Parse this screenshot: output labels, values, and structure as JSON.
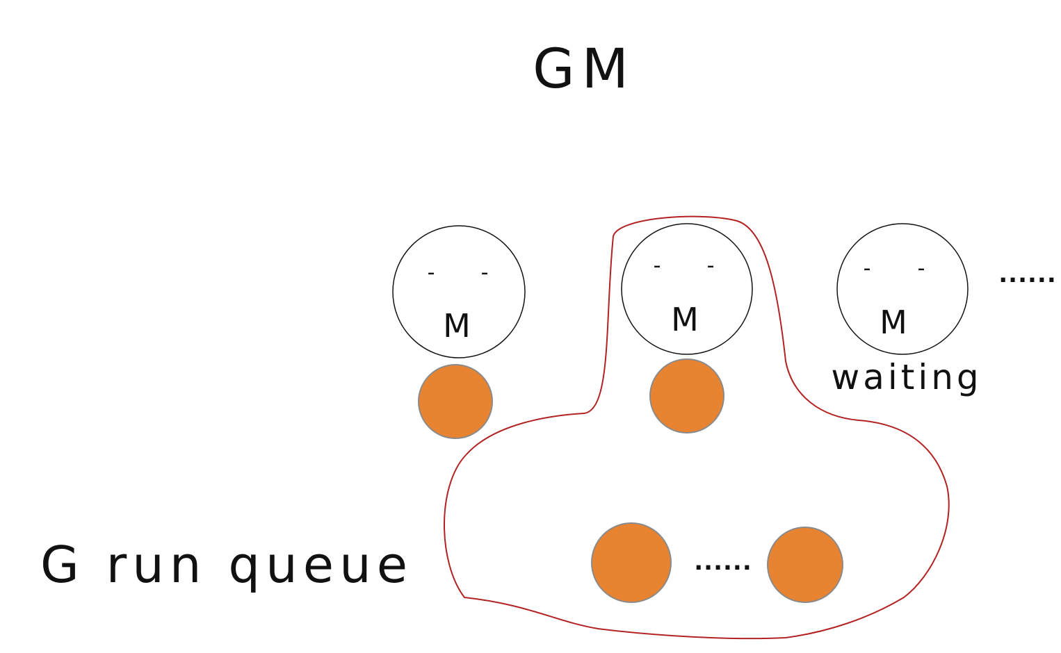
{
  "diagram": {
    "title": "GM",
    "machines": [
      {
        "label": "M",
        "eyes": [
          "-",
          "-"
        ],
        "status": "",
        "has_goroutine": true
      },
      {
        "label": "M",
        "eyes": [
          "-",
          "-"
        ],
        "status": "",
        "has_goroutine": true
      },
      {
        "label": "M",
        "eyes": [
          "-",
          "-"
        ],
        "status": "waiting",
        "has_goroutine": false
      }
    ],
    "machines_ellipsis": "......",
    "queue_label": "G run queue",
    "queue_ellipsis": "......",
    "colors": {
      "goroutine_fill": "#E88431",
      "goroutine_stroke": "#8a8a8a",
      "lock_outline": "#B22222",
      "ink": "#111111"
    }
  }
}
